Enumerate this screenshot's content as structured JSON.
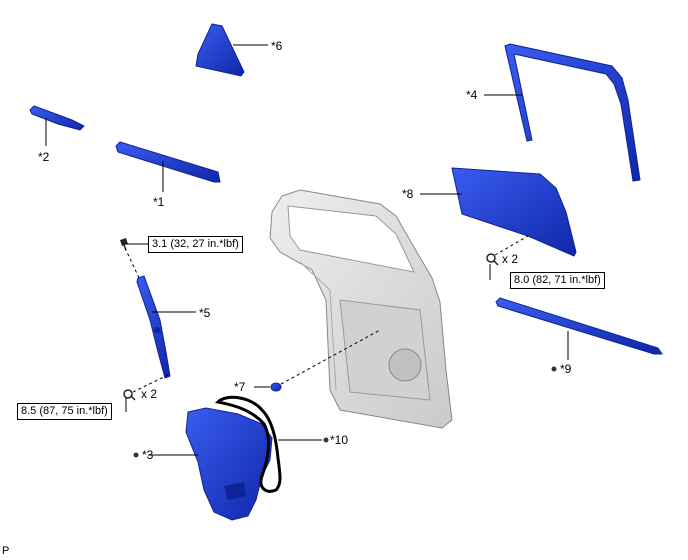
{
  "parts": [
    {
      "id": "p1",
      "label": "*1"
    },
    {
      "id": "p2",
      "label": "*2"
    },
    {
      "id": "p3",
      "label": "*3",
      "dot": true
    },
    {
      "id": "p4",
      "label": "*4"
    },
    {
      "id": "p5",
      "label": "*5"
    },
    {
      "id": "p6",
      "label": "*6"
    },
    {
      "id": "p7",
      "label": "*7"
    },
    {
      "id": "p8",
      "label": "*8"
    },
    {
      "id": "p9",
      "label": "*9",
      "dot": true
    },
    {
      "id": "p10",
      "label": "*10",
      "dot": true
    }
  ],
  "torques": [
    {
      "id": "t1",
      "text": "3.1 (32, 27 in.*lbf)"
    },
    {
      "id": "t2",
      "text": "8.0 (82, 71 in.*lbf)"
    },
    {
      "id": "t3",
      "text": "8.5 (87, 75 in.*lbf)"
    }
  ],
  "quantities": {
    "q_upper_right": "x 2",
    "q_lower_left": "x 2"
  },
  "corner_code": "P",
  "colors": {
    "part_blue": "#1f3fd0",
    "part_blue_dark": "#0e239a",
    "door_gray": "#d9dbdc",
    "line": "#000000"
  }
}
